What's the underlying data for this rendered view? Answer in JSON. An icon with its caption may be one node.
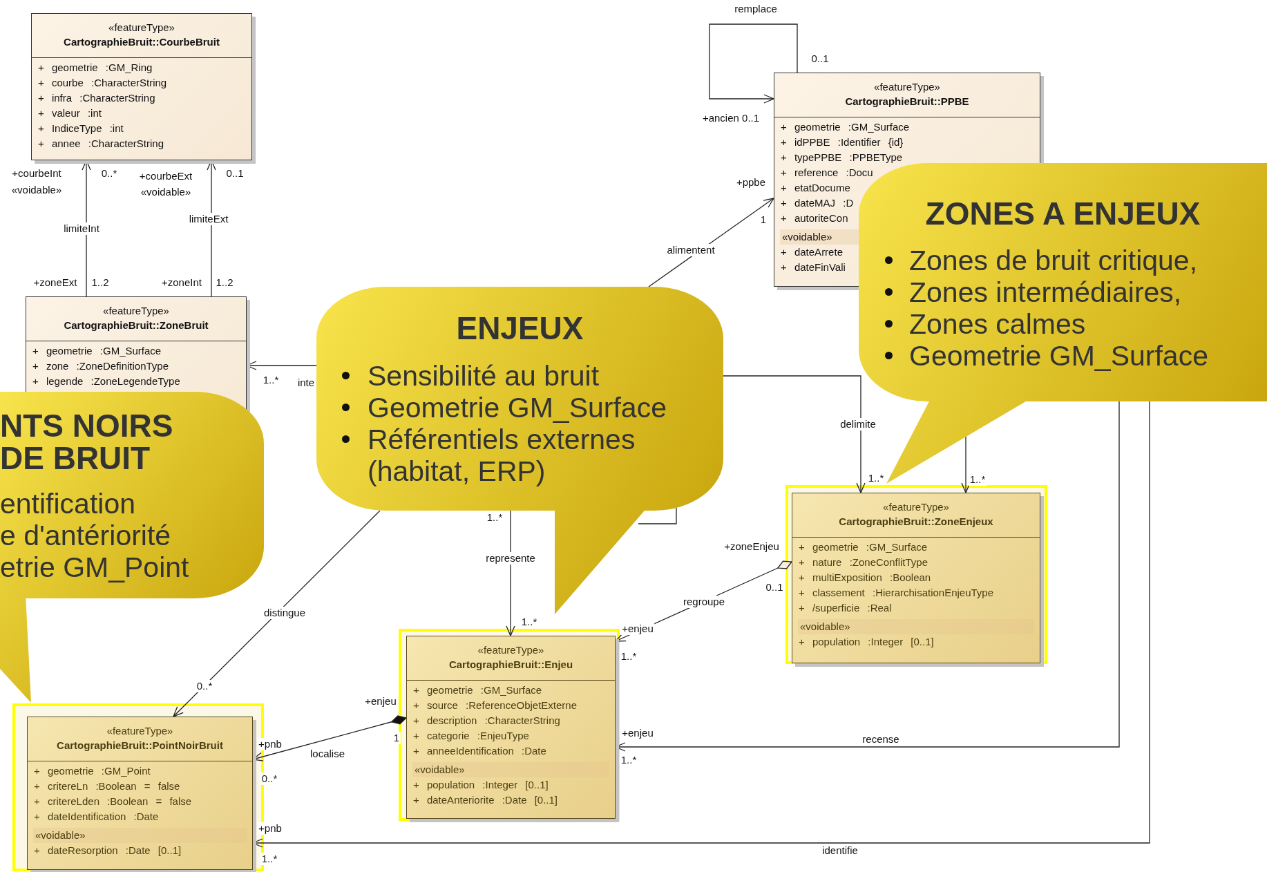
{
  "diagram": {
    "nodes": [
      {
        "text": [
          "«featureType»",
          "CartographieBruit::CourbeBruit",
          "+ geometrie :GM_Ring",
          "+ courbe :CharacterString",
          "+ infra :CharacterString",
          "+ valeur :int",
          "+ IndiceType :int",
          "+ annee :CharacterString"
        ]
      },
      {
        "text": [
          "«featureType»",
          "CartographieBruit::PPBE",
          "+ geometrie :GM_Surface",
          "+ idPPBE :Identifier {id}",
          "+ typePPBE :PPBEType",
          "+ reference :Docu",
          "+ etatDocume",
          "+ dateMAJ :D",
          "+ autoriteCon",
          "«voidable»",
          "+ dateArrete",
          "+ dateFinVali"
        ]
      },
      {
        "text": [
          "ZONES A ENJEUX",
          "Zones de bruit critique,",
          "Zones intermédiaires,",
          "Zones calmes",
          "Geometrie GM_Surface"
        ]
      },
      {
        "text": [
          "«featureType»",
          "CartographieBruit::ZoneBruit",
          "+ geometrie :GM_Surface",
          "+ zone :ZoneDefinitionType",
          "+ legende :ZoneLegendeType"
        ]
      },
      {
        "text": [
          "ENJEUX",
          "Sensibilité au bruit",
          "Geometrie GM_Surface",
          "Référentiels externes (habitat, ERP)"
        ]
      },
      {
        "text": [
          "NTS NOIRS DE BRUIT",
          "entification",
          "e d'antériorité",
          "etrie GM_Point"
        ]
      },
      {
        "text": [
          "«featureType»",
          "CartographieBruit::ZoneEnjeux",
          "+ geometrie :GM_Surface",
          "+ nature :ZoneConflitType",
          "+ multiExposition :Boolean",
          "+ classement :HierarchisationEnjeuType",
          "+ /superficie :Real",
          "«voidable»",
          "+ population :Integer [0..1]"
        ]
      },
      {
        "text": [
          "«featureType»",
          "CartographieBruit::Enjeu",
          "+ geometrie :GM_Surface",
          "+ source :ReferenceObjetExterne",
          "+ description :CharacterString",
          "+ categorie :EnjeuType",
          "+ anneeIdentification :Date",
          "«voidable»",
          "+ population :Integer [0..1]",
          "+ dateAnteriorite :Date [0..1]"
        ]
      },
      {
        "text": [
          "«featureType»",
          "CartographieBruit::PointNoirBruit",
          "+ geometrie :GM_Point",
          "+ critereLn :Boolean = false",
          "+ critereLden :Boolean = false",
          "+ dateIdentification :Date",
          "«voidable»",
          "+ dateResorption :Date [0..1]"
        ]
      }
    ],
    "edges": [
      {
        "from": 3,
        "to": 0,
        "arrow": "to",
        "label": "limiteInt"
      },
      {
        "from": 3,
        "to": 0,
        "arrow": "to",
        "label": "limiteExt"
      },
      {
        "from": 1,
        "to": 1,
        "arrow": "to",
        "label": "remplace"
      },
      {
        "from": 4,
        "to": 1,
        "arrow": "to",
        "label": "alimentent"
      },
      {
        "from": 4,
        "to": 3,
        "arrow": "to",
        "label": "inte"
      },
      {
        "from": 4,
        "to": 6,
        "arrow": "to",
        "label": "delimite"
      },
      {
        "from": 2,
        "to": 6,
        "arrow": "to"
      },
      {
        "from": 4,
        "to": 7,
        "arrow": "to",
        "label": "represente"
      },
      {
        "from": 4,
        "to": 8,
        "arrow": "to",
        "label": "distingue"
      },
      {
        "from": 6,
        "to": 7,
        "arrow": "to",
        "label": "regroupe"
      },
      {
        "from": 7,
        "to": 8,
        "arrow": "to",
        "label": "localise"
      },
      {
        "from": 2,
        "to": 7,
        "arrow": "to",
        "label": "recense"
      },
      {
        "from": 2,
        "to": 8,
        "arrow": "to",
        "label": "identifie"
      }
    ],
    "labels": [
      "0..1",
      "+ancien 0..1",
      "+courbeInt",
      "«voidable»",
      "0..*",
      "+courbeExt",
      "«voidable»",
      "0..1",
      "+ppbe",
      "1",
      "+zoneExt",
      "1..2",
      "+zoneInt",
      "1..2",
      "1..*",
      "1..*",
      "1..*",
      "1..*",
      "+zoneEnjeu",
      "0..1",
      "1..*",
      "+enjeu",
      "1..*",
      "0..*",
      "+enjeu",
      "1",
      "+pnb",
      "+enjeu",
      "1..*",
      "0..*",
      "+pnb",
      "1..*"
    ]
  }
}
